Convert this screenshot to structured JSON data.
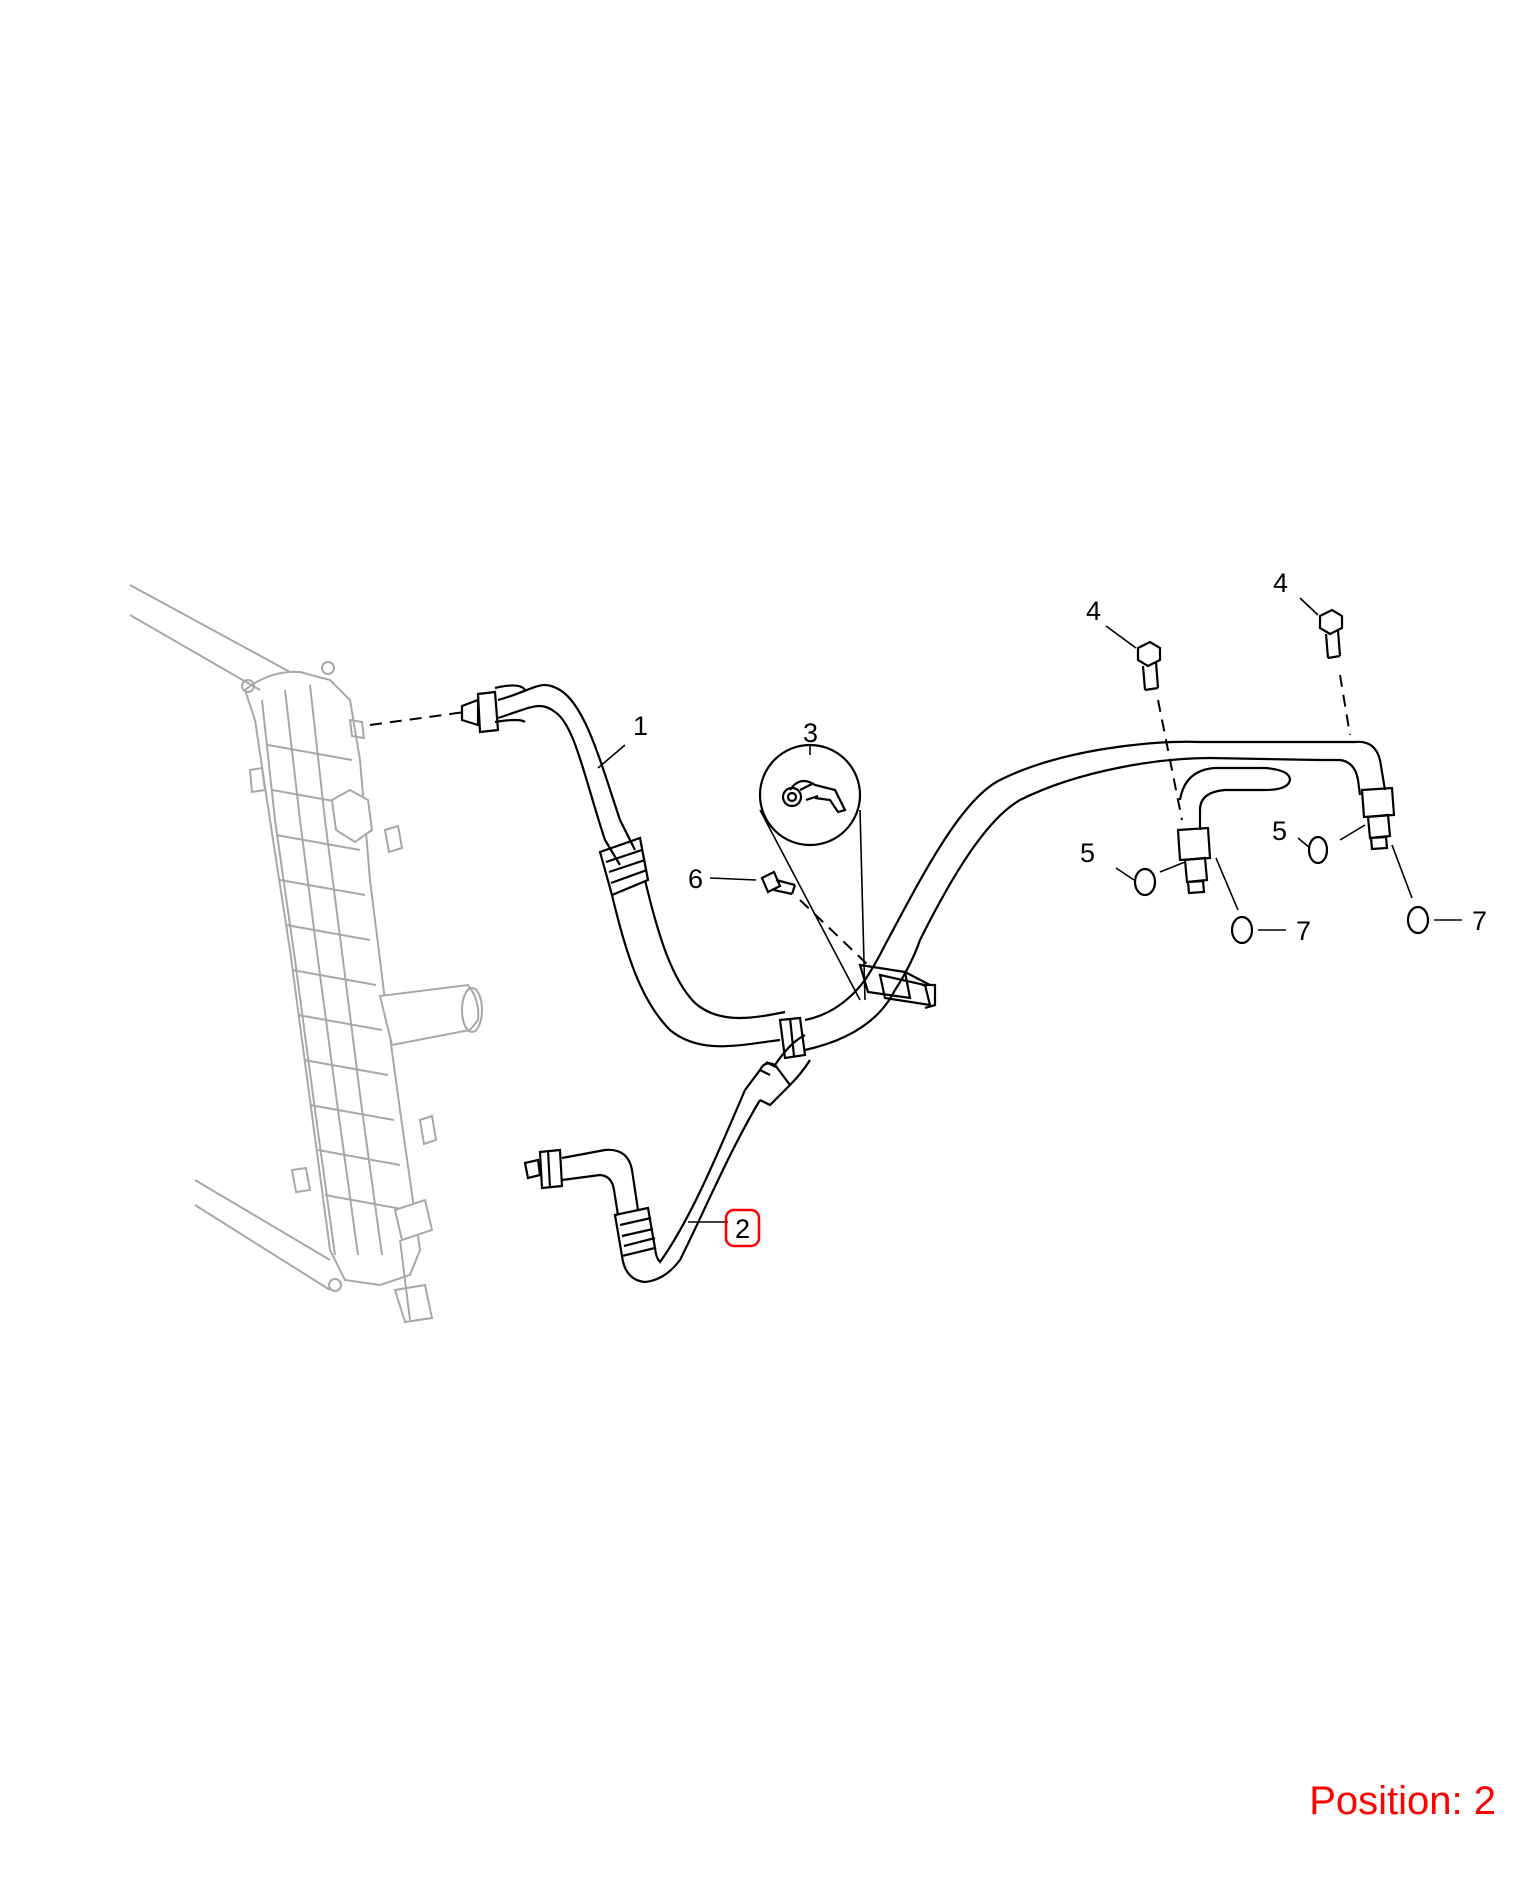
{
  "diagram": {
    "callouts": {
      "c1": "1",
      "c2": "2",
      "c3": "3",
      "c4a": "4",
      "c4b": "4",
      "c5a": "5",
      "c5b": "5",
      "c6": "6",
      "c7a": "7",
      "c7b": "7"
    },
    "highlighted_callout": "2",
    "highlight_color": "#ff0000"
  },
  "footer": {
    "position_label": "Position: 2"
  }
}
